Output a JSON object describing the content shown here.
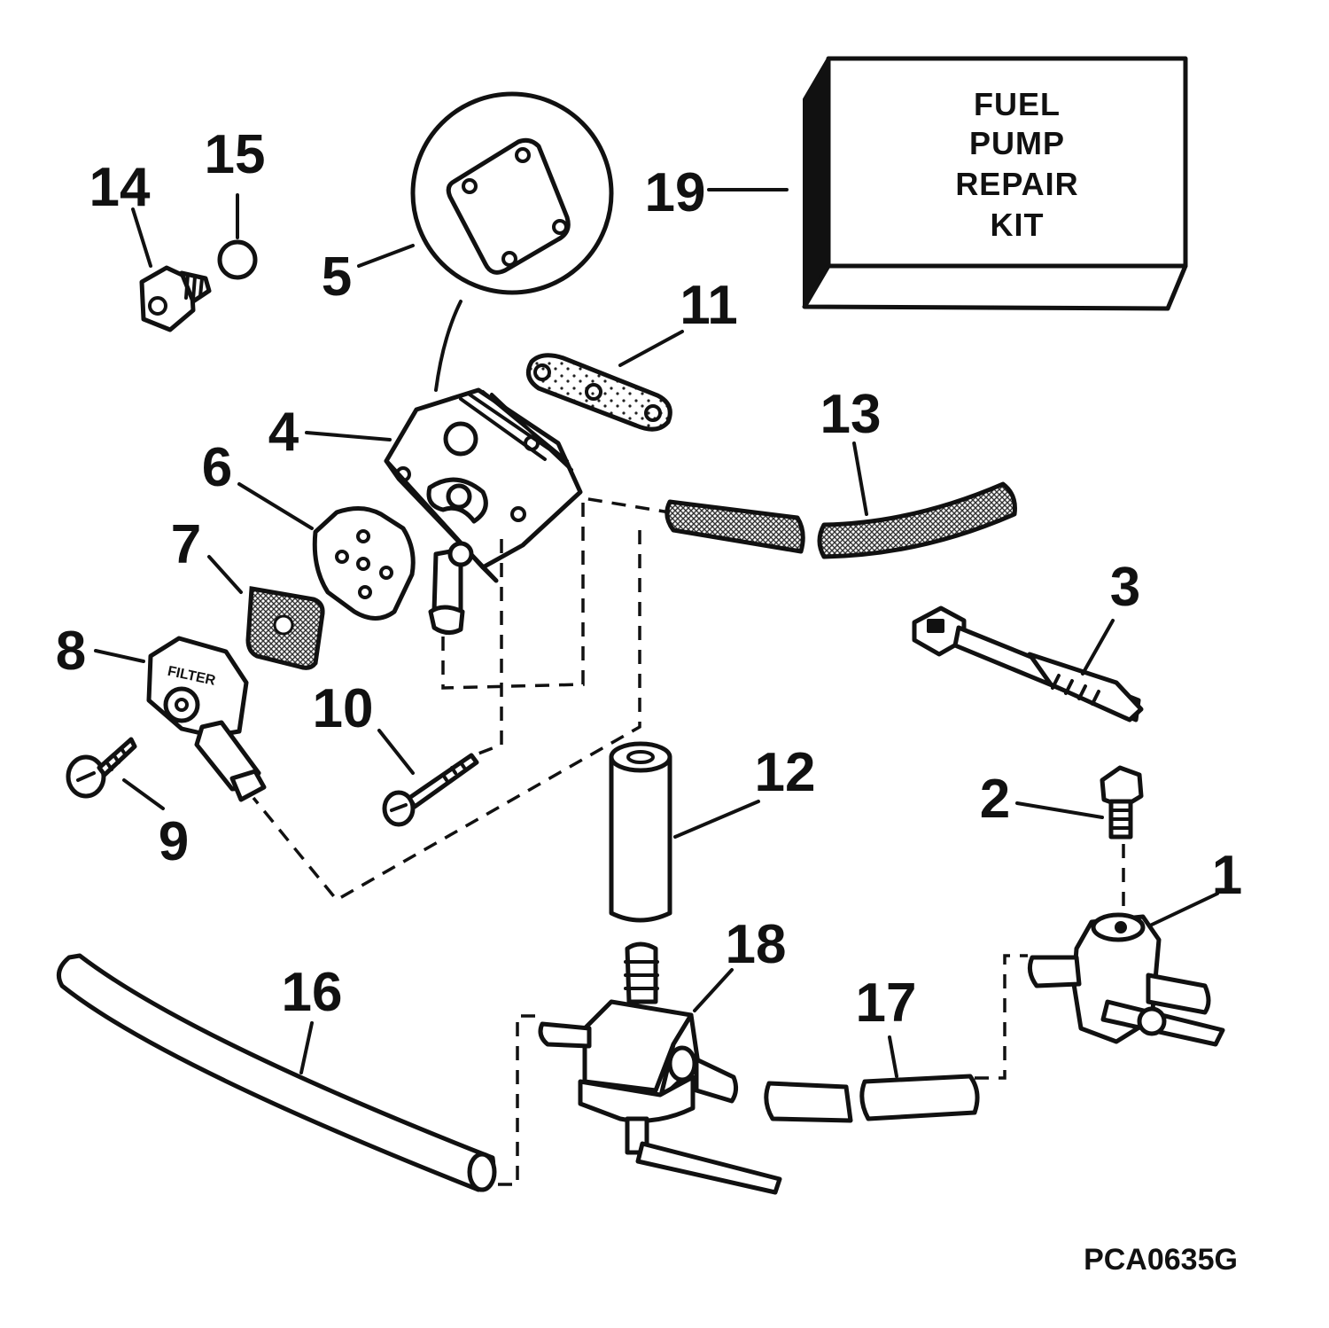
{
  "diagram": {
    "callouts": {
      "c1": "1",
      "c2": "2",
      "c3": "3",
      "c4": "4",
      "c5": "5",
      "c6": "6",
      "c7": "7",
      "c8": "8",
      "c9": "9",
      "c10": "10",
      "c11": "11",
      "c12": "12",
      "c13": "13",
      "c14": "14",
      "c15": "15",
      "c16": "16",
      "c17": "17",
      "c18": "18",
      "c19": "19"
    },
    "kit_label": [
      "FUEL",
      "PUMP",
      "REPAIR",
      "KIT"
    ],
    "filter_label": "FILTER",
    "drawing_code": "PCA0635G"
  }
}
